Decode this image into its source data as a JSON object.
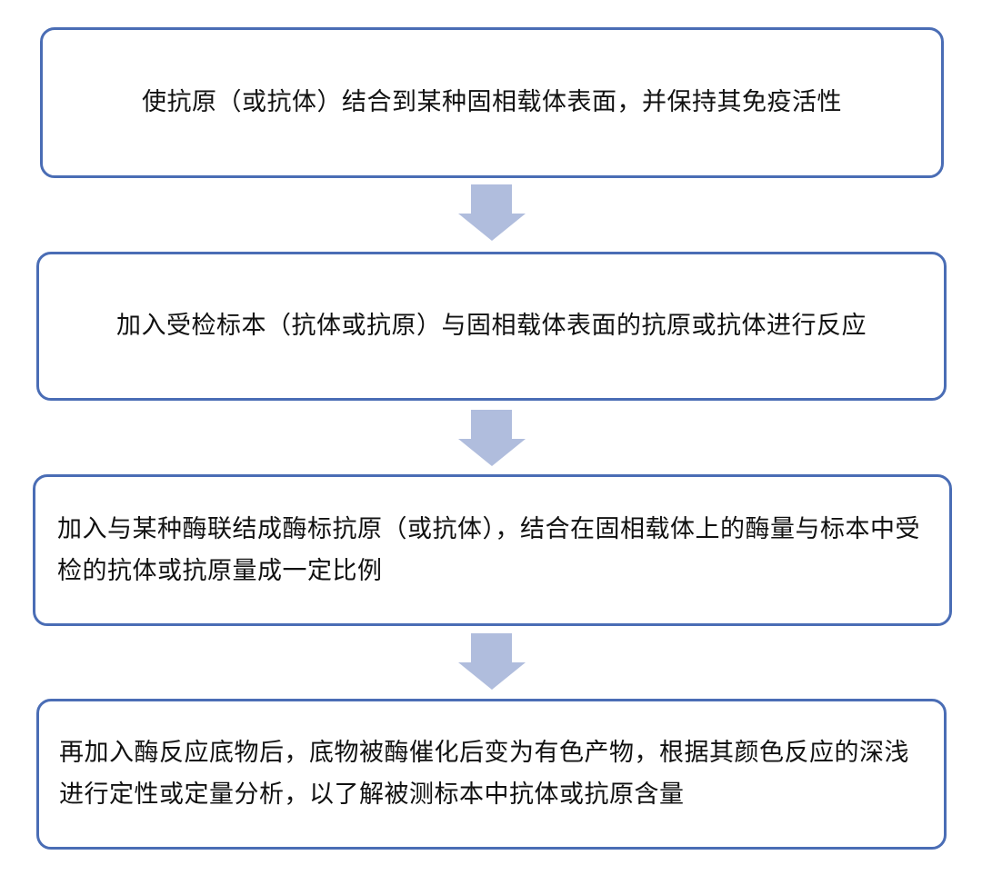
{
  "steps": [
    {
      "text": "使抗原（或抗体）结合到某种固相载体表面，并保持其免疫活性"
    },
    {
      "text": "加入受检标本（抗体或抗原）与固相载体表面的抗原或抗体进行反应"
    },
    {
      "text": "加入与某种酶联结成酶标抗原（或抗体），结合在固相载体上的酶量与标本中受检的抗体或抗原量成一定比例"
    },
    {
      "text": "再加入酶反应底物后，底物被酶催化后变为有色产物，根据其颜色反应的深浅进行定性或定量分析，以了解被测标本中抗体或抗原含量"
    }
  ],
  "colors": {
    "border": "#4a6db5",
    "arrow": "#b0bddd"
  }
}
